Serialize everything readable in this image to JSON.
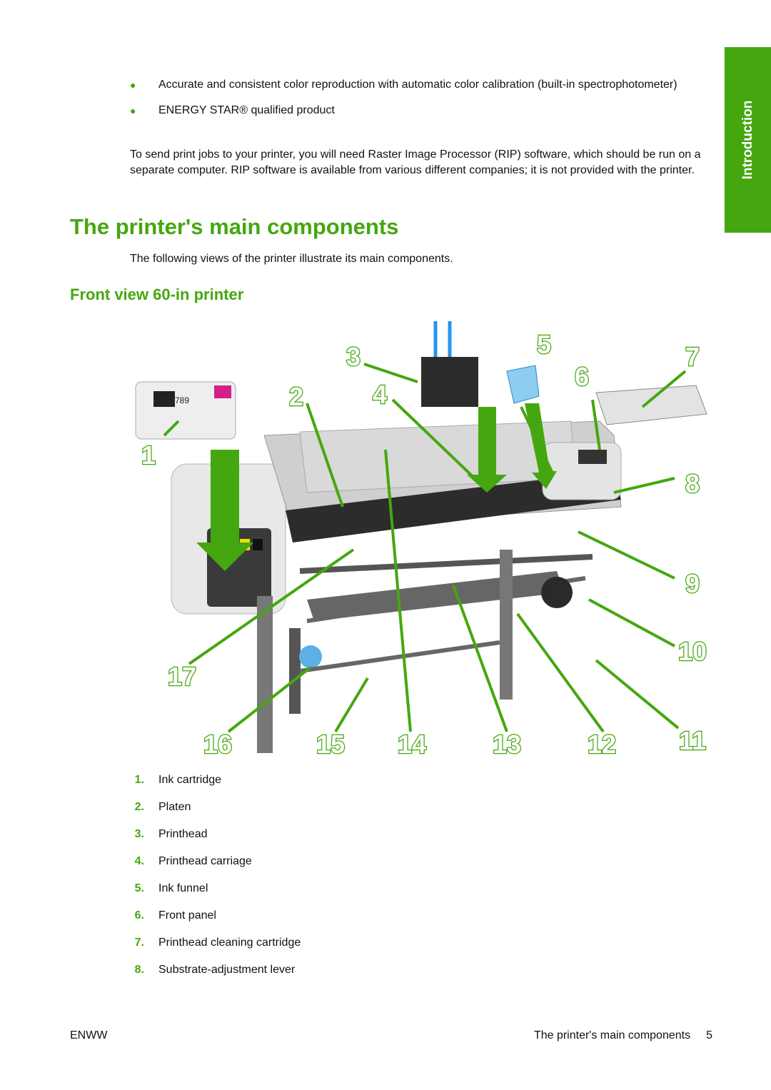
{
  "side_tab": {
    "label": "Introduction"
  },
  "bullets": [
    {
      "text": "Accurate and consistent color reproduction with automatic color calibration (built-in spectrophotometer)"
    },
    {
      "text": "ENERGY STAR® qualified product"
    }
  ],
  "paragraph": "To send print jobs to your printer, you will need Raster Image Processor (RIP) software, which should be run on a separate computer. RIP software is available from various different companies; it is not provided with the printer.",
  "section": {
    "title": "The printer's main components",
    "intro": "The following views of the printer illustrate its main components."
  },
  "subsection": {
    "title": "Front view 60-in printer"
  },
  "figure": {
    "callouts": [
      "1",
      "2",
      "3",
      "4",
      "5",
      "6",
      "7",
      "8",
      "9",
      "10",
      "11",
      "12",
      "13",
      "14",
      "15",
      "16",
      "17"
    ],
    "cartridge_label": "789",
    "accent_color": "#45a70f"
  },
  "components": [
    {
      "num": "1.",
      "label": "Ink cartridge"
    },
    {
      "num": "2.",
      "label": "Platen"
    },
    {
      "num": "3.",
      "label": "Printhead"
    },
    {
      "num": "4.",
      "label": "Printhead carriage"
    },
    {
      "num": "5.",
      "label": "Ink funnel"
    },
    {
      "num": "6.",
      "label": "Front panel"
    },
    {
      "num": "7.",
      "label": "Printhead cleaning cartridge"
    },
    {
      "num": "8.",
      "label": "Substrate-adjustment lever"
    }
  ],
  "footer": {
    "left": "ENWW",
    "right": "The printer's main components",
    "page": "5"
  }
}
